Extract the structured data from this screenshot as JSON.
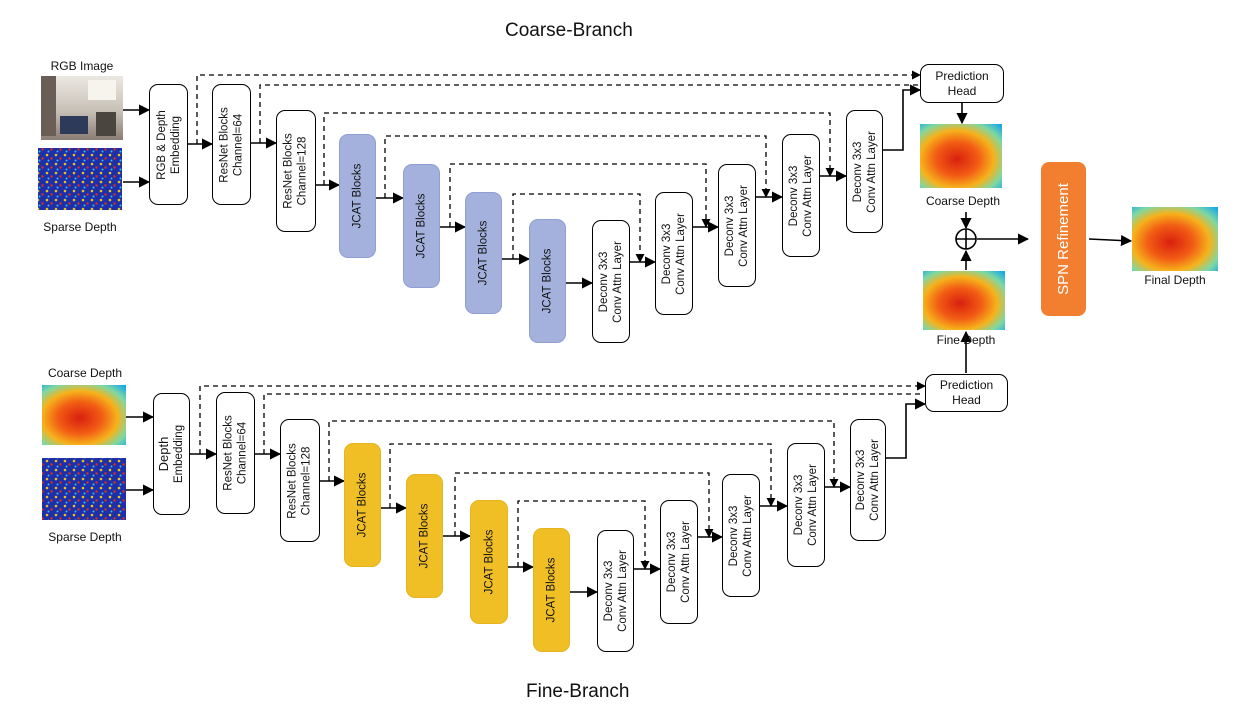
{
  "coarse_title": "Coarse-Branch",
  "fine_title": "Fine-Branch",
  "coarse": {
    "rgb_caption": "RGB Image",
    "sparse_caption": "Sparse Depth",
    "embedding": [
      "RGB & Depth",
      "Embedding"
    ],
    "resnet64": [
      "ResNet Blocks",
      "Channel=64"
    ],
    "resnet128": [
      "ResNet Blocks",
      "Channel=128"
    ],
    "jcat": "JCAT Blocks",
    "deconv": [
      "Deconv 3x3",
      "Conv Attn Layer"
    ],
    "head": [
      "Prediction",
      "Head"
    ],
    "output_caption": "Coarse Depth"
  },
  "fine": {
    "coarse_caption": "Coarse Depth",
    "sparse_caption": "Sparse Depth",
    "embedding": [
      "Depth",
      "Embedding"
    ],
    "resnet64": [
      "ResNet Blocks",
      "Channel=64"
    ],
    "resnet128": [
      "ResNet Blocks",
      "Channel=128"
    ],
    "jcat": "JCAT Blocks",
    "deconv": [
      "Deconv 3x3",
      "Conv Attn Layer"
    ],
    "head": [
      "Prediction",
      "Head"
    ],
    "output_caption": "Fine Depth"
  },
  "fusion_symbol": "⊕",
  "spn": "SPN Refinement",
  "final_caption": "Final Depth",
  "colors": {
    "coarse_jcat": "#a4b1dc",
    "fine_jcat": "#f0bf26",
    "spn": "#f27e30"
  }
}
